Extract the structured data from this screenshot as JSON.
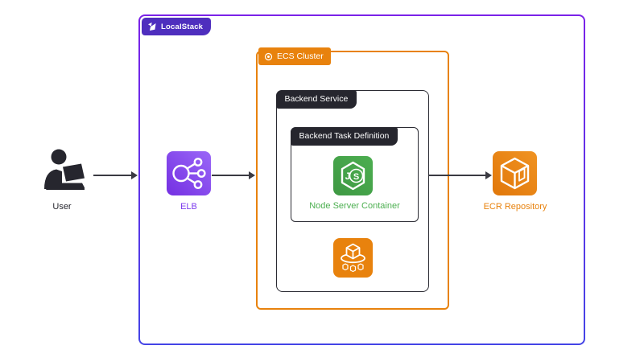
{
  "containers": {
    "localstack": {
      "label": "LocalStack"
    },
    "ecs_cluster": {
      "label": "ECS Cluster"
    },
    "backend_service": {
      "label": "Backend Service"
    },
    "backend_task_definition": {
      "label": "Backend Task Definition"
    }
  },
  "nodes": {
    "user": {
      "label": "User"
    },
    "elb": {
      "label": "ELB"
    },
    "node_server_container": {
      "label": "Node Server Container"
    },
    "ecr_repository": {
      "label": "ECR Repository"
    }
  },
  "colors": {
    "localstack_badge_purple": "#4E2EBE",
    "outer_border_gradient_top": "#7B22E8",
    "outer_border_gradient_bottom": "#4444E6",
    "aws_orange": "#E8820D",
    "dark_border": "#26262E",
    "node_green": "#43A047",
    "node_label_green": "#4CAF50",
    "elb_purple": "#7C3AED",
    "arrow_gray": "#3A3A42"
  }
}
